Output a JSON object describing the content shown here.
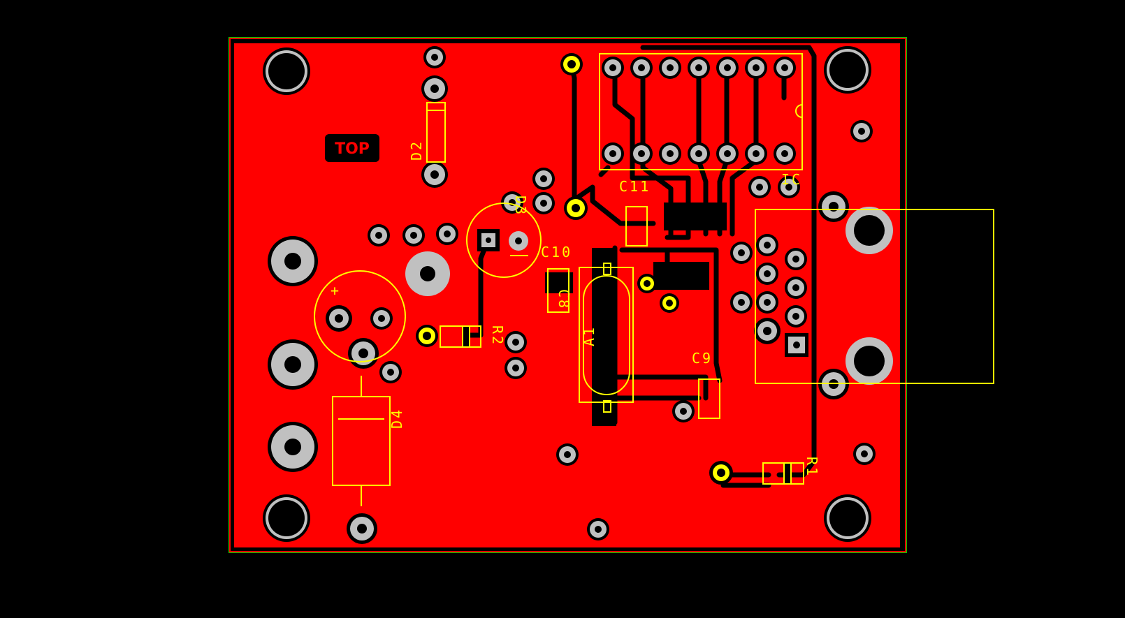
{
  "board": {
    "layer_label": "TOP",
    "colors": {
      "background": "#000000",
      "copper": "#ff0000",
      "silkscreen": "#ffff00",
      "pad": "#c0c0c0",
      "board_outline": "#00cc00"
    }
  },
  "designators": {
    "c11": "C11",
    "ic": "IC",
    "c10": "C10",
    "c8": "C8",
    "r2": "R2",
    "a1": "A1",
    "c9": "C9",
    "d4": "D4",
    "r1": "R1",
    "d2": "D2",
    "d3": "D3",
    "plus": "+"
  }
}
